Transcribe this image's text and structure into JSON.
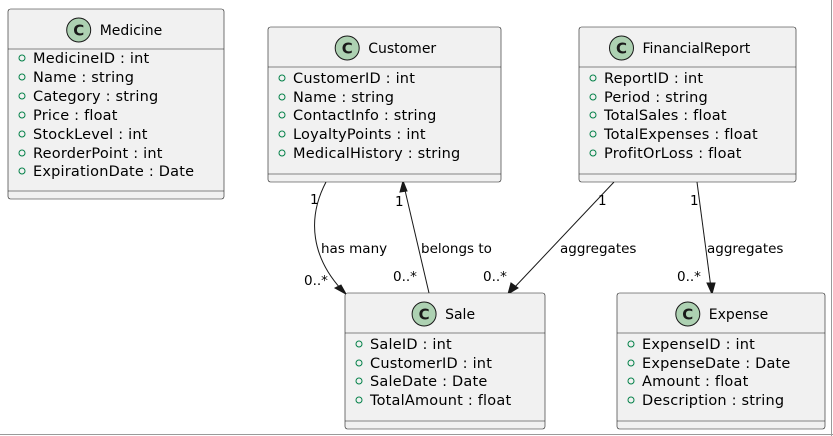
{
  "diagram": {
    "classes": [
      {
        "id": "medicine",
        "stereotype": "C",
        "name": "Medicine",
        "attributes": [
          "MedicineID : int",
          "Name : string",
          "Category : string",
          "Price : float",
          "StockLevel : int",
          "ReorderPoint : int",
          "ExpirationDate : Date"
        ]
      },
      {
        "id": "customer",
        "stereotype": "C",
        "name": "Customer",
        "attributes": [
          "CustomerID : int",
          "Name : string",
          "ContactInfo : string",
          "LoyaltyPoints : int",
          "MedicalHistory : string"
        ]
      },
      {
        "id": "financial-report",
        "stereotype": "C",
        "name": "FinancialReport",
        "attributes": [
          "ReportID : int",
          "Period : string",
          "TotalSales : float",
          "TotalExpenses : float",
          "ProfitOrLoss : float"
        ]
      },
      {
        "id": "sale",
        "stereotype": "C",
        "name": "Sale",
        "attributes": [
          "SaleID : int",
          "CustomerID : int",
          "SaleDate : Date",
          "TotalAmount : float"
        ]
      },
      {
        "id": "expense",
        "stereotype": "C",
        "name": "Expense",
        "attributes": [
          "ExpenseID : int",
          "ExpenseDate : Date",
          "Amount : float",
          "Description : string"
        ]
      }
    ],
    "relations": [
      {
        "id": "customer-sale",
        "from": "Customer",
        "to": "Sale",
        "label": "has many",
        "from_mult": "1",
        "to_mult": "0..*"
      },
      {
        "id": "sale-customer",
        "from": "Sale",
        "to": "Customer",
        "label": "belongs to",
        "from_mult": "0..*",
        "to_mult": "1"
      },
      {
        "id": "report-sale",
        "from": "FinancialReport",
        "to": "Sale",
        "label": "aggregates",
        "from_mult": "1",
        "to_mult": "0..*"
      },
      {
        "id": "report-expense",
        "from": "FinancialReport",
        "to": "Expense",
        "label": "aggregates",
        "from_mult": "1",
        "to_mult": "0..*"
      }
    ]
  },
  "colors": {
    "class_fill": "#f1f1f1",
    "badge_fill": "#add1b2",
    "attribute_marker": "#038048",
    "line": "#181818"
  }
}
